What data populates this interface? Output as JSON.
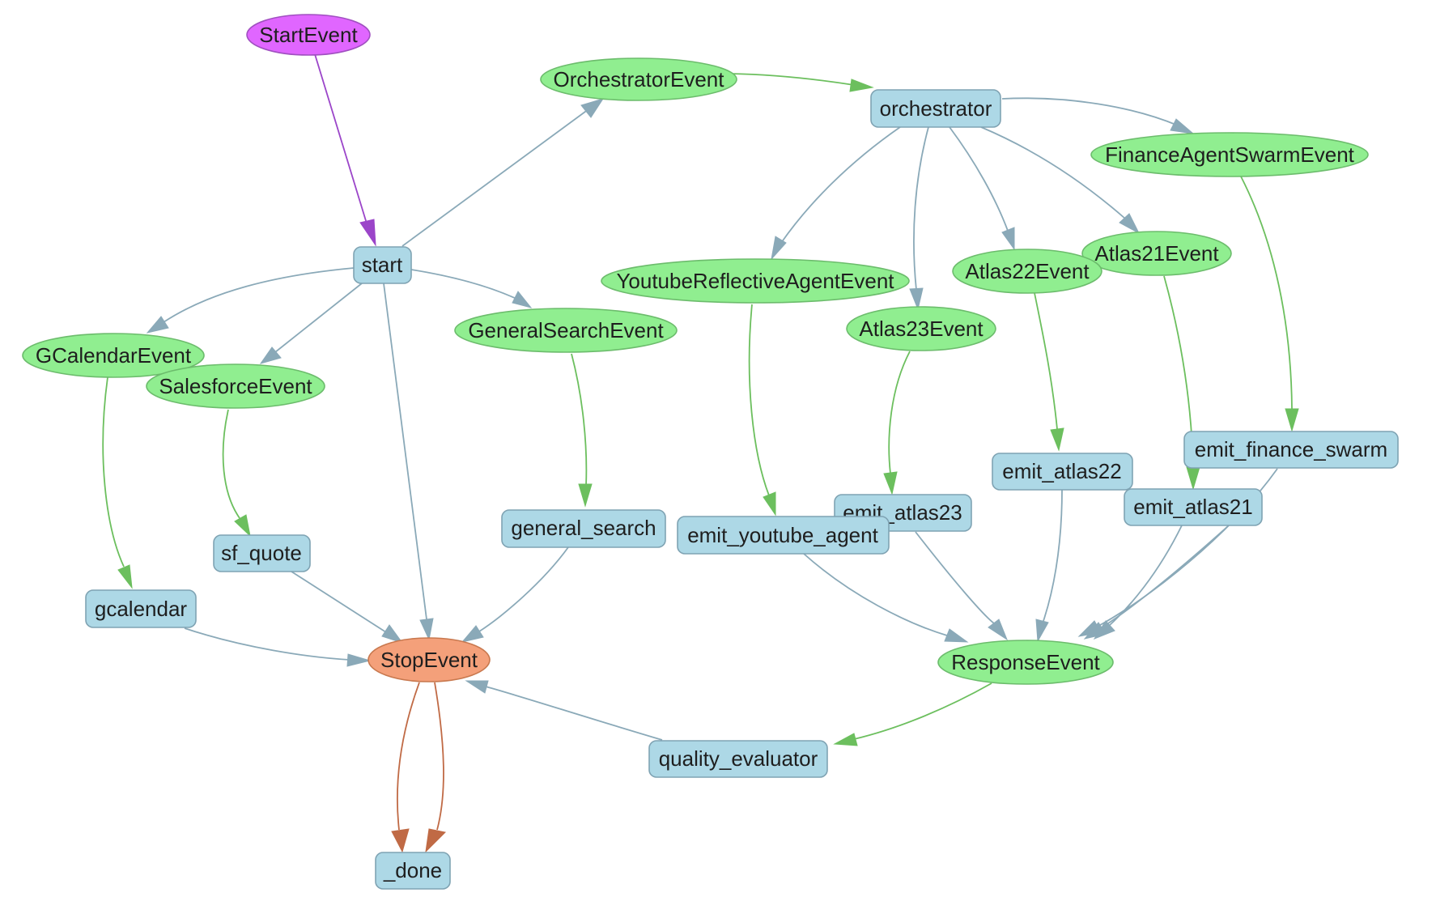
{
  "colors": {
    "step_fill": "#add8e6",
    "event_fill": "#90ee90",
    "start_event_fill": "#e066ff",
    "stop_event_fill": "#f4a07a",
    "step_edge": "#8aa9b8",
    "event_edge": "#6cbf5e",
    "start_edge": "#9b45c9",
    "stop_edge": "#c06a45"
  },
  "nodes": {
    "start_event": "StartEvent",
    "orchestrator_event": "OrchestratorEvent",
    "orchestrator": "orchestrator",
    "finance_agent_swarm_event": "FinanceAgentSwarmEvent",
    "start": "start",
    "youtube_reflective_agent_event": "YoutubeReflectiveAgentEvent",
    "atlas22_event": "Atlas22Event",
    "atlas21_event": "Atlas21Event",
    "atlas23_event": "Atlas23Event",
    "general_search_event": "GeneralSearchEvent",
    "gcalendar_event": "GCalendarEvent",
    "salesforce_event": "SalesforceEvent",
    "emit_finance_swarm": "emit_finance_swarm",
    "emit_atlas22": "emit_atlas22",
    "emit_atlas21": "emit_atlas21",
    "emit_atlas23": "emit_atlas23",
    "general_search": "general_search",
    "emit_youtube_agent": "emit_youtube_agent",
    "sf_quote": "sf_quote",
    "gcalendar": "gcalendar",
    "stop_event": "StopEvent",
    "response_event": "ResponseEvent",
    "quality_evaluator": "quality_evaluator",
    "done": "_done"
  }
}
